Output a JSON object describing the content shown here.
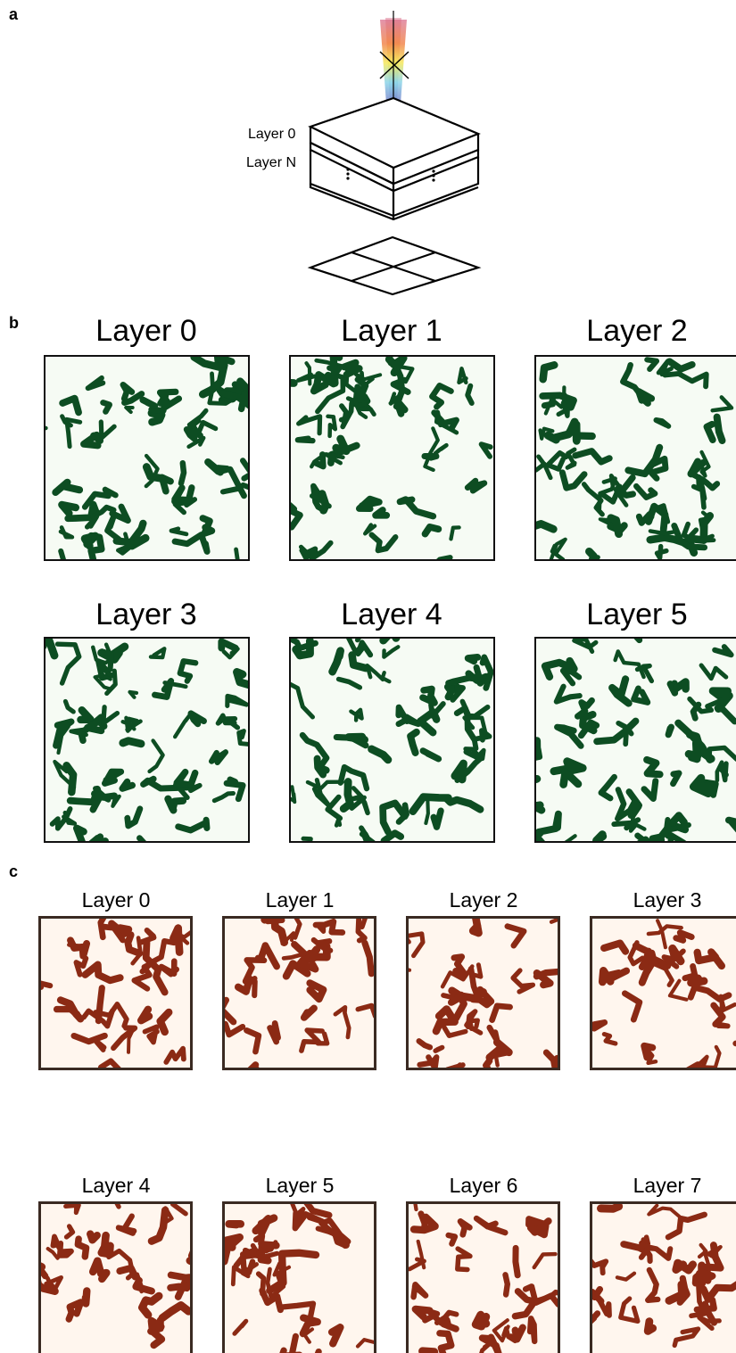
{
  "panels": {
    "a": {
      "letter": "a",
      "labels": [
        "Layer 0",
        "Layer N"
      ]
    },
    "b": {
      "letter": "b",
      "titles": [
        "Layer 0",
        "Layer 1",
        "Layer 2",
        "Layer 3",
        "Layer 4",
        "Layer 5"
      ],
      "fill_color": "#0d4d22",
      "background_color": "#f6fbf4"
    },
    "c": {
      "letter": "c",
      "titles": [
        "Layer 0",
        "Layer 1",
        "Layer 2",
        "Layer 3",
        "Layer 4",
        "Layer 5",
        "Layer 6",
        "Layer 7"
      ],
      "fill_color": "#8b2a14",
      "background_color": "#fff6ee"
    }
  }
}
